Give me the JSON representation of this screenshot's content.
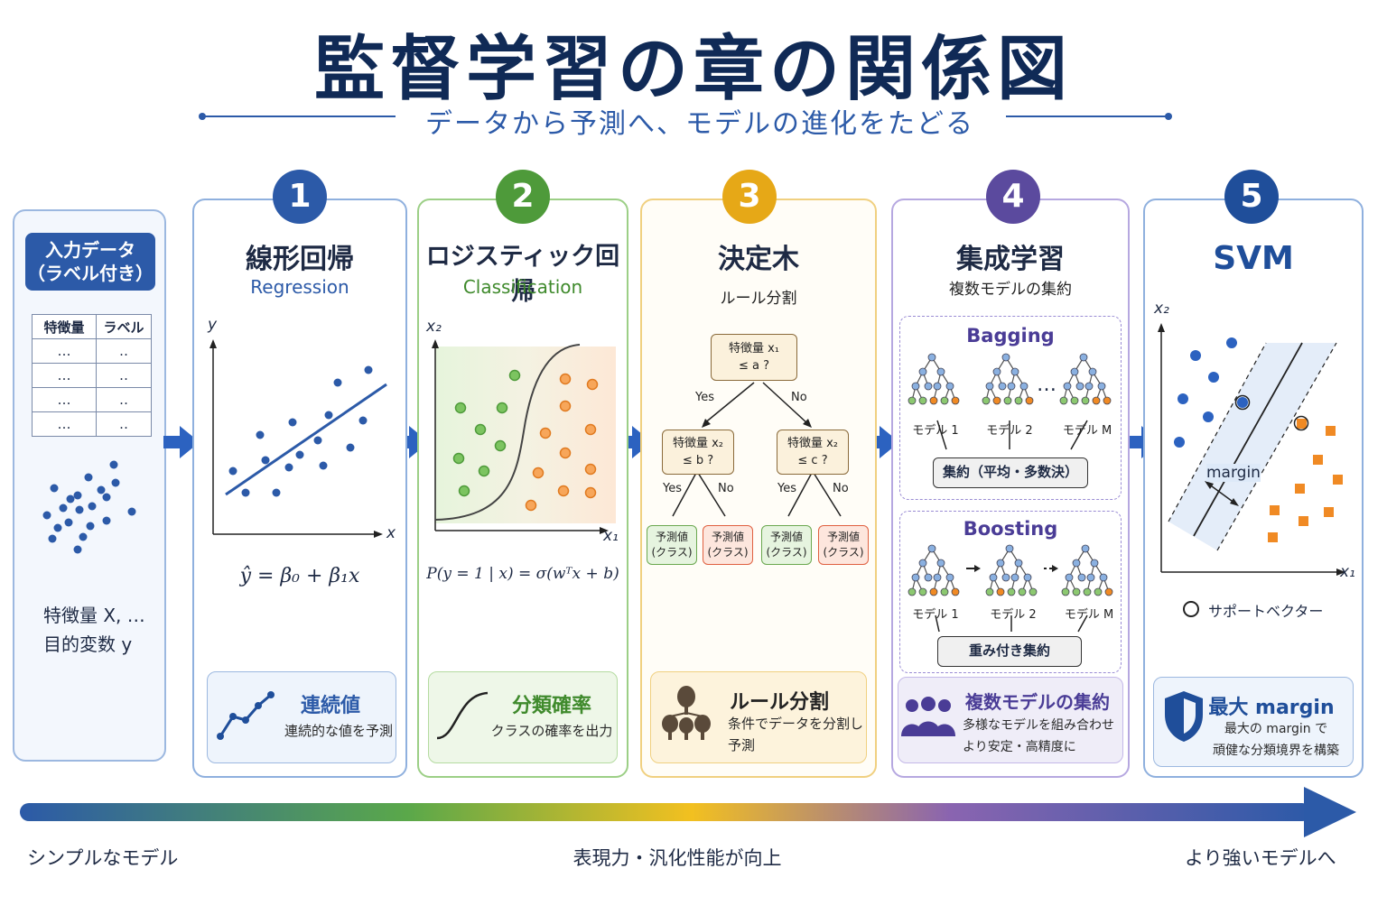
{
  "title": "監督学習の章の関係図",
  "subtitle": "データから予測へ、モデルの進化をたどる",
  "colors": {
    "blue": "#2c5aa8",
    "green": "#4e9a3a",
    "yellow": "#e6a817",
    "purple": "#5b4a9e",
    "navy": "#1f4e9a"
  },
  "input": {
    "header": "入力データ\n（ラベル付き）",
    "col1": "特徴量",
    "col2": "ラベル",
    "rows": [
      [
        "…",
        "‥"
      ],
      [
        "…",
        "‥"
      ],
      [
        "…",
        "‥"
      ],
      [
        "…",
        "‥"
      ]
    ],
    "line1": "特徴量 X, …",
    "line2": "目的変数 y"
  },
  "panels": [
    {
      "num": "1",
      "title": "線形回帰",
      "sub": "Regression",
      "formula": "ŷ = β₀ + β₁x",
      "axis_y": "y",
      "axis_x": "x",
      "box_title": "連続値",
      "box_desc": "連続的な値を予測"
    },
    {
      "num": "2",
      "title": "ロジスティック回帰",
      "sub": "Classification",
      "formula": "P(y = 1 | x) = σ(wᵀx + b)",
      "axis_y": "x₂",
      "axis_x": "x₁",
      "box_title": "分類確率",
      "box_desc": "クラスの確率を出力"
    },
    {
      "num": "3",
      "title": "決定木",
      "sub": "ルール分割",
      "root": "特徴量 x₁\n≤ a ?",
      "left": "特徴量 x₂\n≤ b ?",
      "right": "特徴量 x₂\n≤ c ?",
      "yes": "Yes",
      "no": "No",
      "leaf": "予測値\n(クラス)",
      "box_title": "ルール分割",
      "box_desc": "条件でデータを分割し\n予測"
    },
    {
      "num": "4",
      "title": "集成学習",
      "sub": "複数モデルの集約",
      "bagging": "Bagging",
      "boosting": "Boosting",
      "m1": "モデル 1",
      "m2": "モデル 2",
      "mm": "モデル M",
      "dots": "…",
      "bag_agg": "集約（平均・多数決）",
      "boost_agg": "重み付き集約",
      "box_title": "複数モデルの集約",
      "box_desc": "多様なモデルを組み合わせ\nより安定・高精度に"
    },
    {
      "num": "5",
      "title": "SVM",
      "axis_y": "x₂",
      "axis_x": "x₁",
      "margin": "margin",
      "legend": "サポートベクター",
      "box_title": "最大 margin",
      "box_desc": "最大の margin で\n頑健な分類境界を構築"
    }
  ],
  "bottom": {
    "left": "シンプルなモデル",
    "center": "表現力・汎化性能が向上",
    "right": "より強いモデルへ"
  }
}
